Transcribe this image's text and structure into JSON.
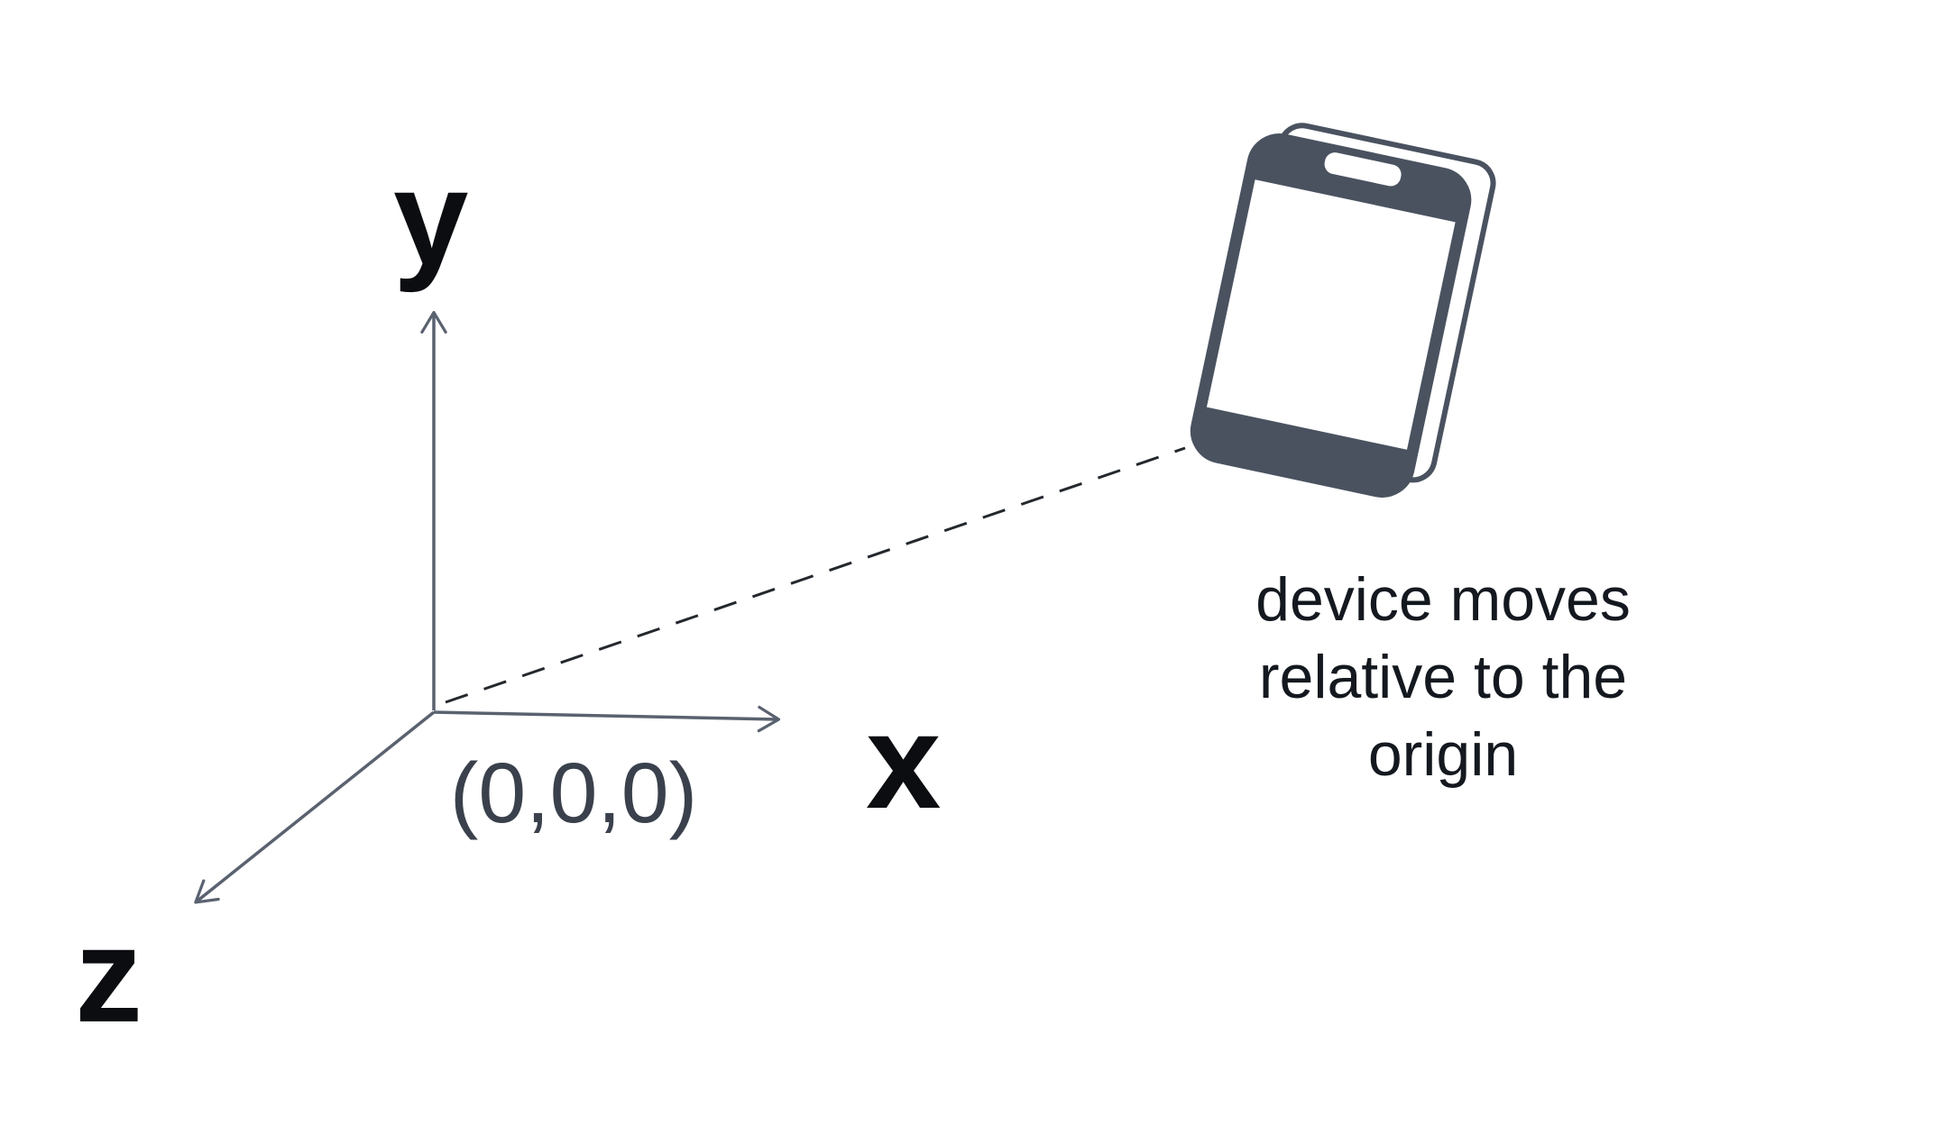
{
  "diagram": {
    "axes": {
      "y_label": "y",
      "x_label": "x",
      "z_label": "z"
    },
    "origin_label": "(0,0,0)",
    "device_caption": {
      "line1": "device moves",
      "line2": "relative to the",
      "line3": "origin"
    },
    "icons": {
      "device": "smartphone-icon"
    },
    "colors": {
      "background": "#ffffff",
      "axis": "#5a6270",
      "axis_text": "#0b0d10",
      "origin_text": "#3a414c",
      "caption_text": "#14181f",
      "device": "#4a5260",
      "dashed_line": "#24282e"
    }
  }
}
